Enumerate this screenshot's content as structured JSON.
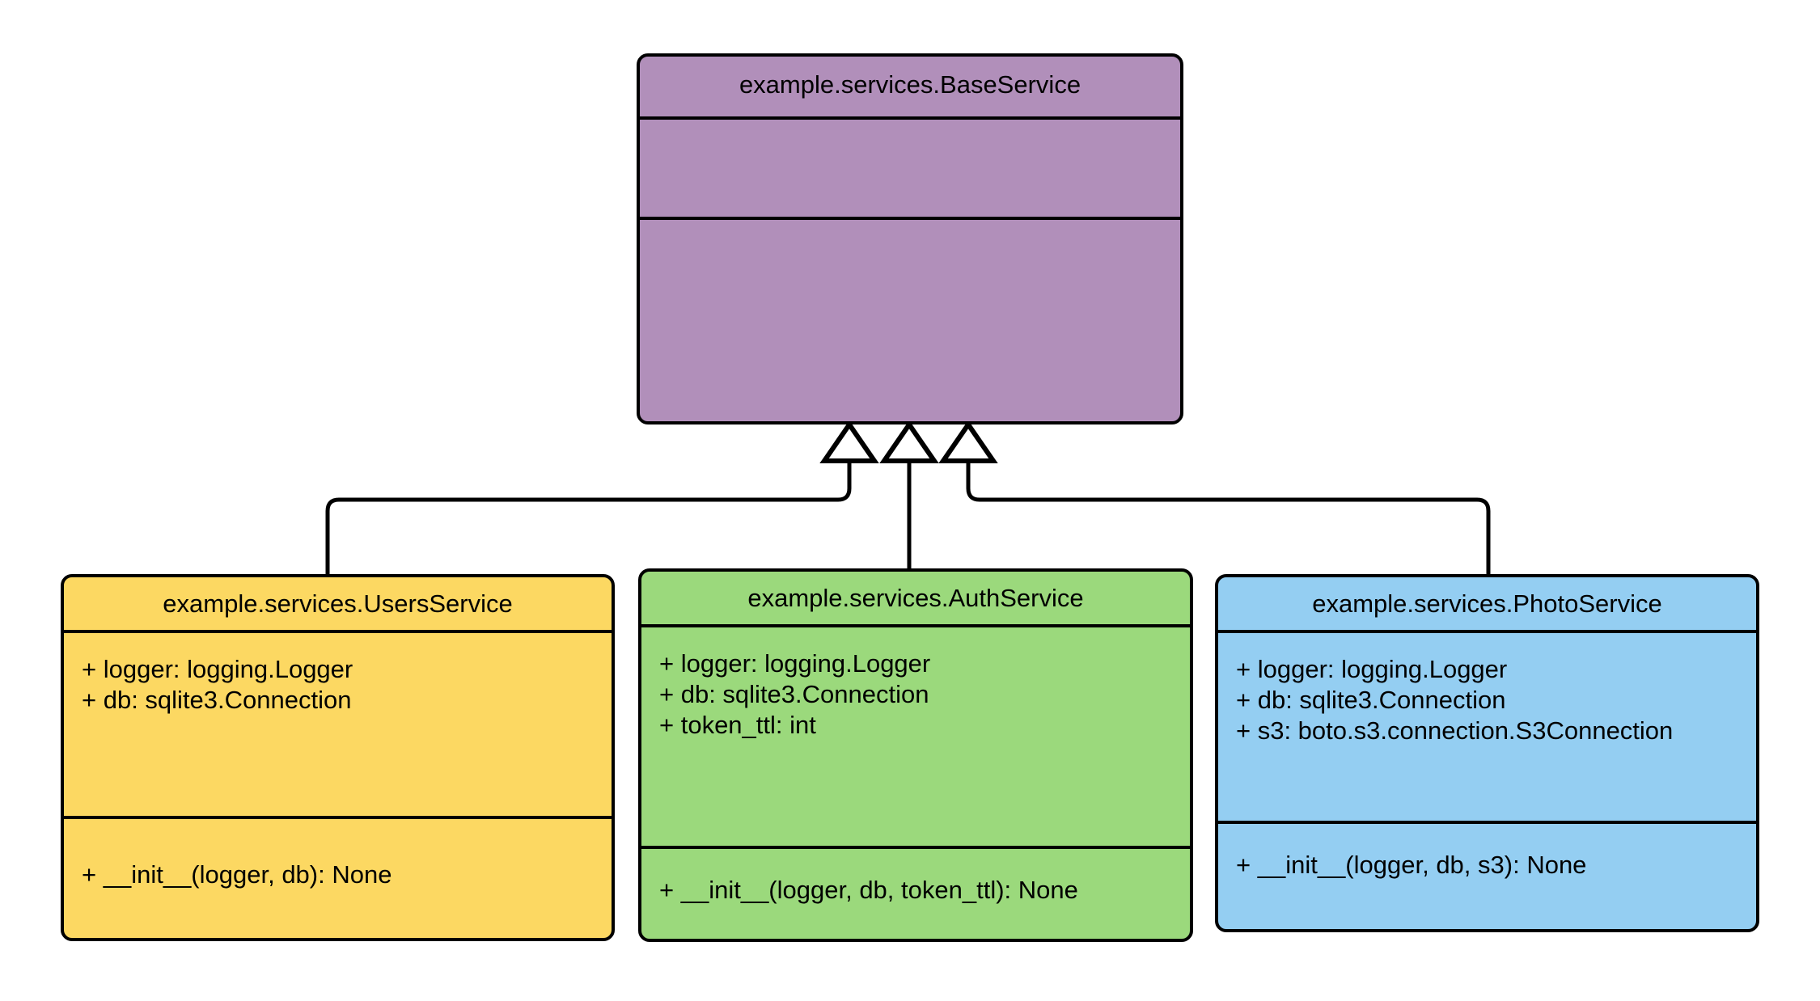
{
  "diagram": {
    "type": "uml-class-diagram",
    "relationship": "generalization",
    "background_color": "#FFFFFF",
    "line_color": "#000000"
  },
  "classes": [
    {
      "id": "base",
      "name": "example.services.BaseService",
      "fill_color": "#B18FBA",
      "attributes": [],
      "methods": []
    },
    {
      "id": "users",
      "name": "example.services.UsersService",
      "fill_color": "#FCD862",
      "attributes": [
        "+ logger: logging.Logger",
        "+ db: sqlite3.Connection"
      ],
      "methods": [
        "+ __init__(logger, db): None"
      ]
    },
    {
      "id": "auth",
      "name": "example.services.AuthService",
      "fill_color": "#9BD97C",
      "attributes": [
        "+ logger: logging.Logger",
        "+ db: sqlite3.Connection",
        "+ token_ttl: int"
      ],
      "methods": [
        "+ __init__(logger, db, token_ttl): None"
      ]
    },
    {
      "id": "photo",
      "name": "example.services.PhotoService",
      "fill_color": "#94CEF2",
      "attributes": [
        "+ logger: logging.Logger",
        "+ db: sqlite3.Connection",
        "+ s3: boto.s3.connection.S3Connection"
      ],
      "methods": [
        "+ __init__(logger, db, s3): None"
      ]
    }
  ],
  "edges": [
    {
      "from": "users",
      "to": "base",
      "arrow": "hollow-triangle",
      "kind": "inheritance"
    },
    {
      "from": "auth",
      "to": "base",
      "arrow": "hollow-triangle",
      "kind": "inheritance"
    },
    {
      "from": "photo",
      "to": "base",
      "arrow": "hollow-triangle",
      "kind": "inheritance"
    }
  ]
}
